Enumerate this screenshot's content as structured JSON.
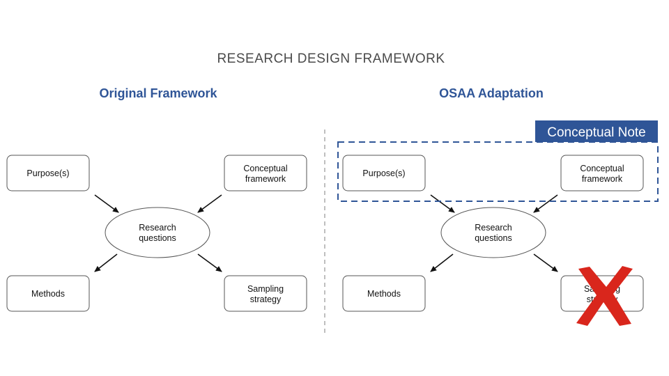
{
  "title": "RESEARCH DESIGN FRAMEWORK",
  "panels": [
    {
      "heading": "Original Framework",
      "nodes": {
        "purpose": [
          "Purpose(s)"
        ],
        "conceptual": [
          "Conceptual",
          "framework"
        ],
        "research": [
          "Research",
          "questions"
        ],
        "methods": [
          "Methods"
        ],
        "sampling": [
          "Sampling",
          "strategy"
        ]
      }
    },
    {
      "heading": "OSAA Adaptation",
      "nodes": {
        "purpose": [
          "Purpose(s)"
        ],
        "conceptual": [
          "Conceptual",
          "framework"
        ],
        "research": [
          "Research",
          "questions"
        ],
        "methods": [
          "Methods"
        ],
        "sampling": [
          "Sampling",
          "strategy"
        ]
      },
      "note_label": "Conceptual Note",
      "sampling_removed": true
    }
  ],
  "colors": {
    "accent": "#2f5597",
    "cross": "#d9261c",
    "divider": "#bfbfbf"
  }
}
